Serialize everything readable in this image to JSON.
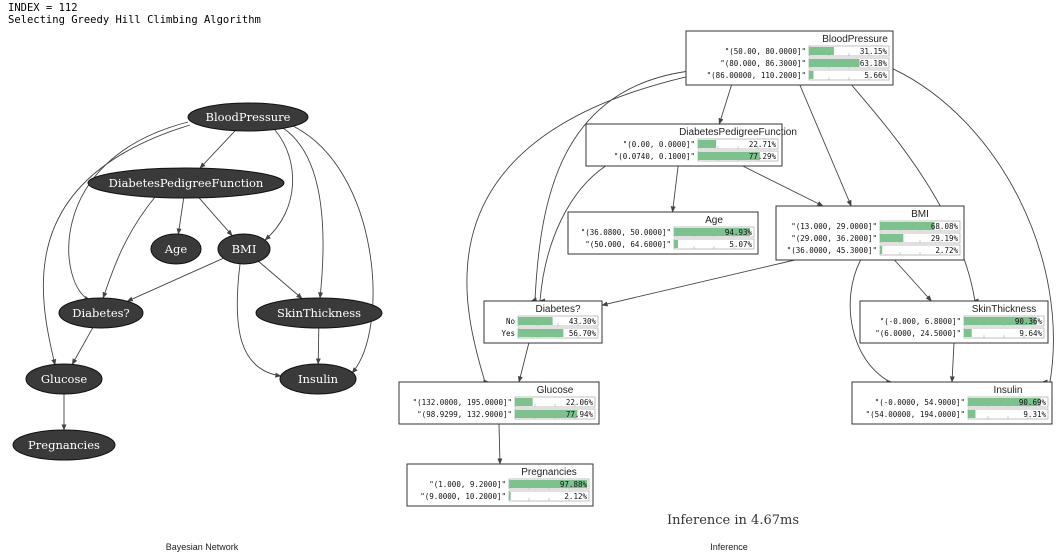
{
  "header": {
    "index_line": "INDEX = 112",
    "algorithm_line": "Selecting Greedy Hill Climbing Algorithm"
  },
  "captions": {
    "left": "Bayesian Network",
    "right": "Inference"
  },
  "inference_time": "Inference in   4.67ms",
  "colors": {
    "node_fill": "#3a3a3a",
    "bar_fill": "#7dc18e",
    "edge": "#444444"
  },
  "bayesian_network": {
    "nodes": [
      {
        "id": "BloodPressure",
        "label": "BloodPressure"
      },
      {
        "id": "DiabetesPedigreeFunction",
        "label": "DiabetesPedigreeFunction"
      },
      {
        "id": "Age",
        "label": "Age"
      },
      {
        "id": "BMI",
        "label": "BMI"
      },
      {
        "id": "Diabetes",
        "label": "Diabetes?"
      },
      {
        "id": "SkinThickness",
        "label": "SkinThickness"
      },
      {
        "id": "Glucose",
        "label": "Glucose"
      },
      {
        "id": "Insulin",
        "label": "Insulin"
      },
      {
        "id": "Pregnancies",
        "label": "Pregnancies"
      }
    ],
    "edges": [
      [
        "BloodPressure",
        "DiabetesPedigreeFunction"
      ],
      [
        "BloodPressure",
        "BMI"
      ],
      [
        "BloodPressure",
        "Diabetes"
      ],
      [
        "BloodPressure",
        "Glucose"
      ],
      [
        "BloodPressure",
        "SkinThickness"
      ],
      [
        "BloodPressure",
        "Insulin"
      ],
      [
        "DiabetesPedigreeFunction",
        "Age"
      ],
      [
        "DiabetesPedigreeFunction",
        "BMI"
      ],
      [
        "DiabetesPedigreeFunction",
        "Diabetes"
      ],
      [
        "BMI",
        "Diabetes"
      ],
      [
        "BMI",
        "SkinThickness"
      ],
      [
        "BMI",
        "Insulin"
      ],
      [
        "SkinThickness",
        "Insulin"
      ],
      [
        "Diabetes",
        "Glucose"
      ],
      [
        "Glucose",
        "Pregnancies"
      ]
    ]
  },
  "inference": {
    "cpts": [
      {
        "id": "BloodPressure",
        "title": "BloodPressure",
        "rows": [
          {
            "state": "\"(50.00, 80.0000]\"",
            "value": 31.15,
            "label": "31.15%"
          },
          {
            "state": "\"(80.000, 86.3000]\"",
            "value": 63.18,
            "label": "63.18%"
          },
          {
            "state": "\"(86.00000, 110.2000]\"",
            "value": 5.66,
            "label": "5.66%"
          }
        ]
      },
      {
        "id": "DiabetesPedigreeFunction",
        "title": "DiabetesPedigreeFunction",
        "rows": [
          {
            "state": "\"(0.00, 0.0000]\"",
            "value": 22.71,
            "label": "22.71%"
          },
          {
            "state": "\"(0.0740, 0.1000]\"",
            "value": 77.29,
            "label": "77.29%"
          }
        ]
      },
      {
        "id": "Age",
        "title": "Age",
        "rows": [
          {
            "state": "\"(36.0800, 50.0000]\"",
            "value": 94.93,
            "label": "94.93%"
          },
          {
            "state": "\"(50.000, 64.6000]\"",
            "value": 5.07,
            "label": "5.07%"
          }
        ]
      },
      {
        "id": "BMI",
        "title": "BMI",
        "rows": [
          {
            "state": "\"(13.000, 29.0000]\"",
            "value": 68.08,
            "label": "68.08%"
          },
          {
            "state": "\"(29.000, 36.2000]\"",
            "value": 29.19,
            "label": "29.19%"
          },
          {
            "state": "\"(36.0000, 45.3000]\"",
            "value": 2.72,
            "label": "2.72%"
          }
        ]
      },
      {
        "id": "Diabetes",
        "title": "Diabetes?",
        "rows": [
          {
            "state": "No",
            "value": 43.3,
            "label": "43.30%"
          },
          {
            "state": "Yes",
            "value": 56.7,
            "label": "56.70%"
          }
        ]
      },
      {
        "id": "SkinThickness",
        "title": "SkinThickness",
        "rows": [
          {
            "state": "\"(-0.000, 6.8000]\"",
            "value": 90.36,
            "label": "90.36%"
          },
          {
            "state": "\"(6.0000, 24.5000]\"",
            "value": 9.64,
            "label": "9.64%"
          }
        ]
      },
      {
        "id": "Glucose",
        "title": "Glucose",
        "rows": [
          {
            "state": "\"(132.0000, 195.0000]\"",
            "value": 22.06,
            "label": "22.06%"
          },
          {
            "state": "\"(98.9299, 132.9000]\"",
            "value": 77.94,
            "label": "77.94%"
          }
        ]
      },
      {
        "id": "Insulin",
        "title": "Insulin",
        "rows": [
          {
            "state": "\"(-0.0000, 54.9000]\"",
            "value": 90.69,
            "label": "90.69%"
          },
          {
            "state": "\"(54.00000, 194.0000]\"",
            "value": 9.31,
            "label": "9.31%"
          }
        ]
      },
      {
        "id": "Pregnancies",
        "title": "Pregnancies",
        "rows": [
          {
            "state": "\"(1.000, 9.2000]\"",
            "value": 97.88,
            "label": "97.88%"
          },
          {
            "state": "\"(9.0000, 10.2000]\"",
            "value": 2.12,
            "label": "2.12%"
          }
        ]
      }
    ]
  }
}
